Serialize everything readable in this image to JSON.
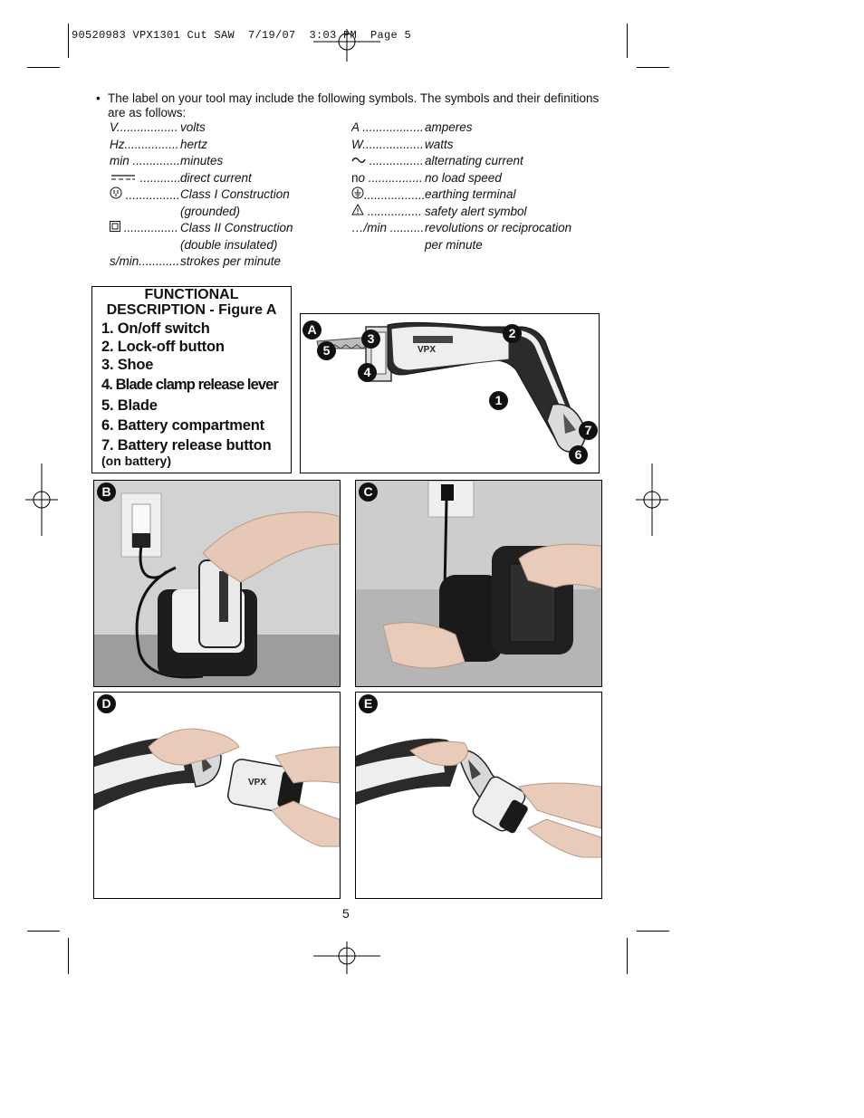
{
  "slug": "90520983 VPX1301 Cut SAW  7/19/07  3:03 PM  Page 5",
  "intro": {
    "bullet": "•",
    "text": "The label on your tool may include the following symbols. The symbols and their definitions are as follows:"
  },
  "symbols_left": [
    {
      "sym": "V",
      "dots": "..................",
      "def": "volts"
    },
    {
      "sym": "Hz",
      "dots": "................",
      "def": "hertz"
    },
    {
      "sym": "min",
      "dots": " ..............",
      "def": "minutes"
    },
    {
      "sym": "",
      "icon": "direct-current-icon",
      "dots": " ............",
      "def": "direct current"
    },
    {
      "sym": "",
      "icon": "class-i-icon",
      "dots": " ................",
      "def": "Class I Construction"
    },
    {
      "sym": "",
      "dots": "",
      "def": "(grounded)"
    },
    {
      "sym": "",
      "icon": "class-ii-icon",
      "dots": " ................",
      "def": "Class II Construction"
    },
    {
      "sym": "",
      "dots": "",
      "def": "(double insulated)"
    },
    {
      "sym": "s/min",
      "dots": "............",
      "def": "strokes per minute"
    }
  ],
  "symbols_right": [
    {
      "sym": "A",
      "dots": " ..................",
      "def": "amperes"
    },
    {
      "sym": "W",
      "dots": "..................",
      "def": "watts"
    },
    {
      "sym": "",
      "icon": "alternating-current-icon",
      "dots": " ................",
      "def": "alternating current"
    },
    {
      "sym": "n",
      "sub": "o",
      "dots": " ................",
      "def": "no load speed"
    },
    {
      "sym": "",
      "icon": "earthing-terminal-icon",
      "dots": "..................",
      "def": "earthing terminal"
    },
    {
      "sym": "",
      "icon": "safety-alert-icon",
      "dots": " ................",
      "def": "safety alert symbol"
    },
    {
      "sym": "…/min",
      "dots": " ..........",
      "def": "revolutions or reciprocation"
    },
    {
      "sym": "",
      "dots": "",
      "def": "per minute"
    }
  ],
  "functional": {
    "title_line1": "FUNCTIONAL",
    "title_line2": "DESCRIPTION - Figure A",
    "items": [
      "1. On/off switch",
      "2. Lock-off button",
      "3. Shoe",
      "4. Blade clamp release lever",
      "5. Blade",
      "6. Battery compartment",
      "7. Battery release button"
    ],
    "sub": "(on battery)"
  },
  "figures": {
    "A": {
      "label": "A",
      "callouts": [
        "1",
        "2",
        "3",
        "4",
        "5",
        "6",
        "7"
      ]
    },
    "B": {
      "label": "B"
    },
    "C": {
      "label": "C"
    },
    "D": {
      "label": "D"
    },
    "E": {
      "label": "E"
    }
  },
  "page_number": "5",
  "colors": {
    "ink": "#111111",
    "photo_bg": "#c9c9c9",
    "tool_white": "#f2f2f2",
    "tool_dark": "#2a2a2a"
  }
}
